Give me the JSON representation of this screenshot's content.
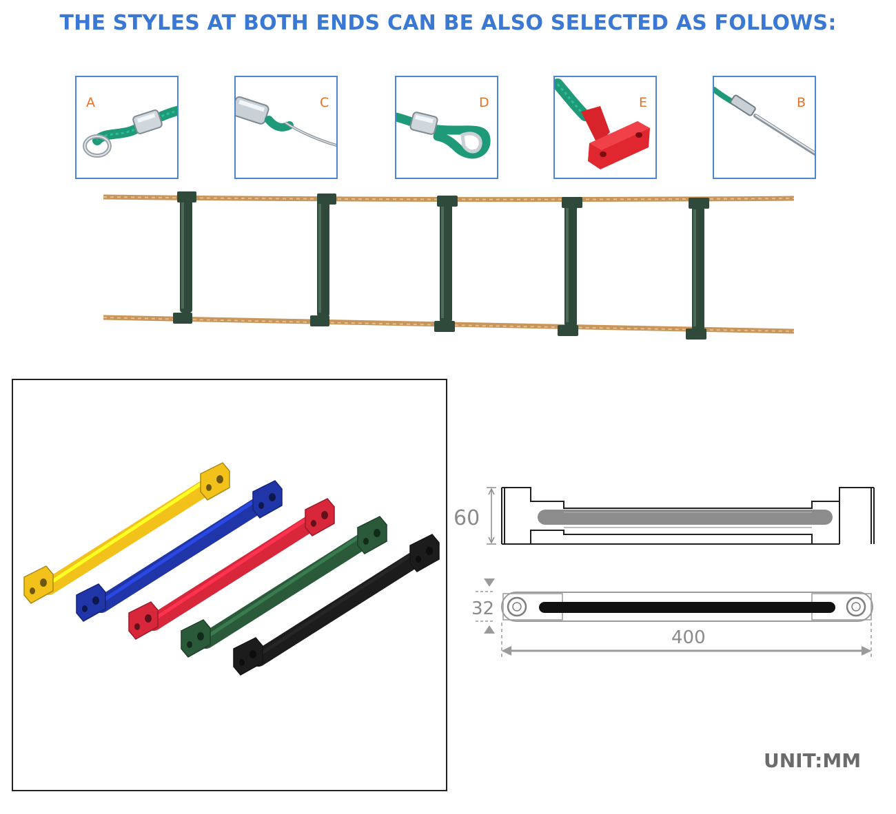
{
  "header": {
    "title": "THE STYLES AT BOTH ENDS CAN BE ALSO SELECTED AS FOLLOWS:"
  },
  "end_options": [
    {
      "letter": "A",
      "style": "ring-thimble-sleeve"
    },
    {
      "letter": "C",
      "style": "sleeve-with-hook-rod"
    },
    {
      "letter": "D",
      "style": "thimble-loop-sleeve"
    },
    {
      "letter": "E",
      "style": "red-plastic-mount-bracket"
    },
    {
      "letter": "B",
      "style": "sleeve-with-steel-rod"
    }
  ],
  "colors": {
    "title_blue": "#3a78d4",
    "option_border": "#4a86d6",
    "option_letter": "#e8712a",
    "rope_green": "#1f9a78",
    "rope_tan": "#c8955a",
    "rung_green": "#2f4a3b",
    "rung_colors": [
      "#f2c21b",
      "#1f35a8",
      "#d8263b",
      "#2a5a3a",
      "#1c1c1c"
    ]
  },
  "dimensions": {
    "height": "60",
    "thickness": "32",
    "length": "400",
    "unit_label": "UNIT:MM"
  }
}
